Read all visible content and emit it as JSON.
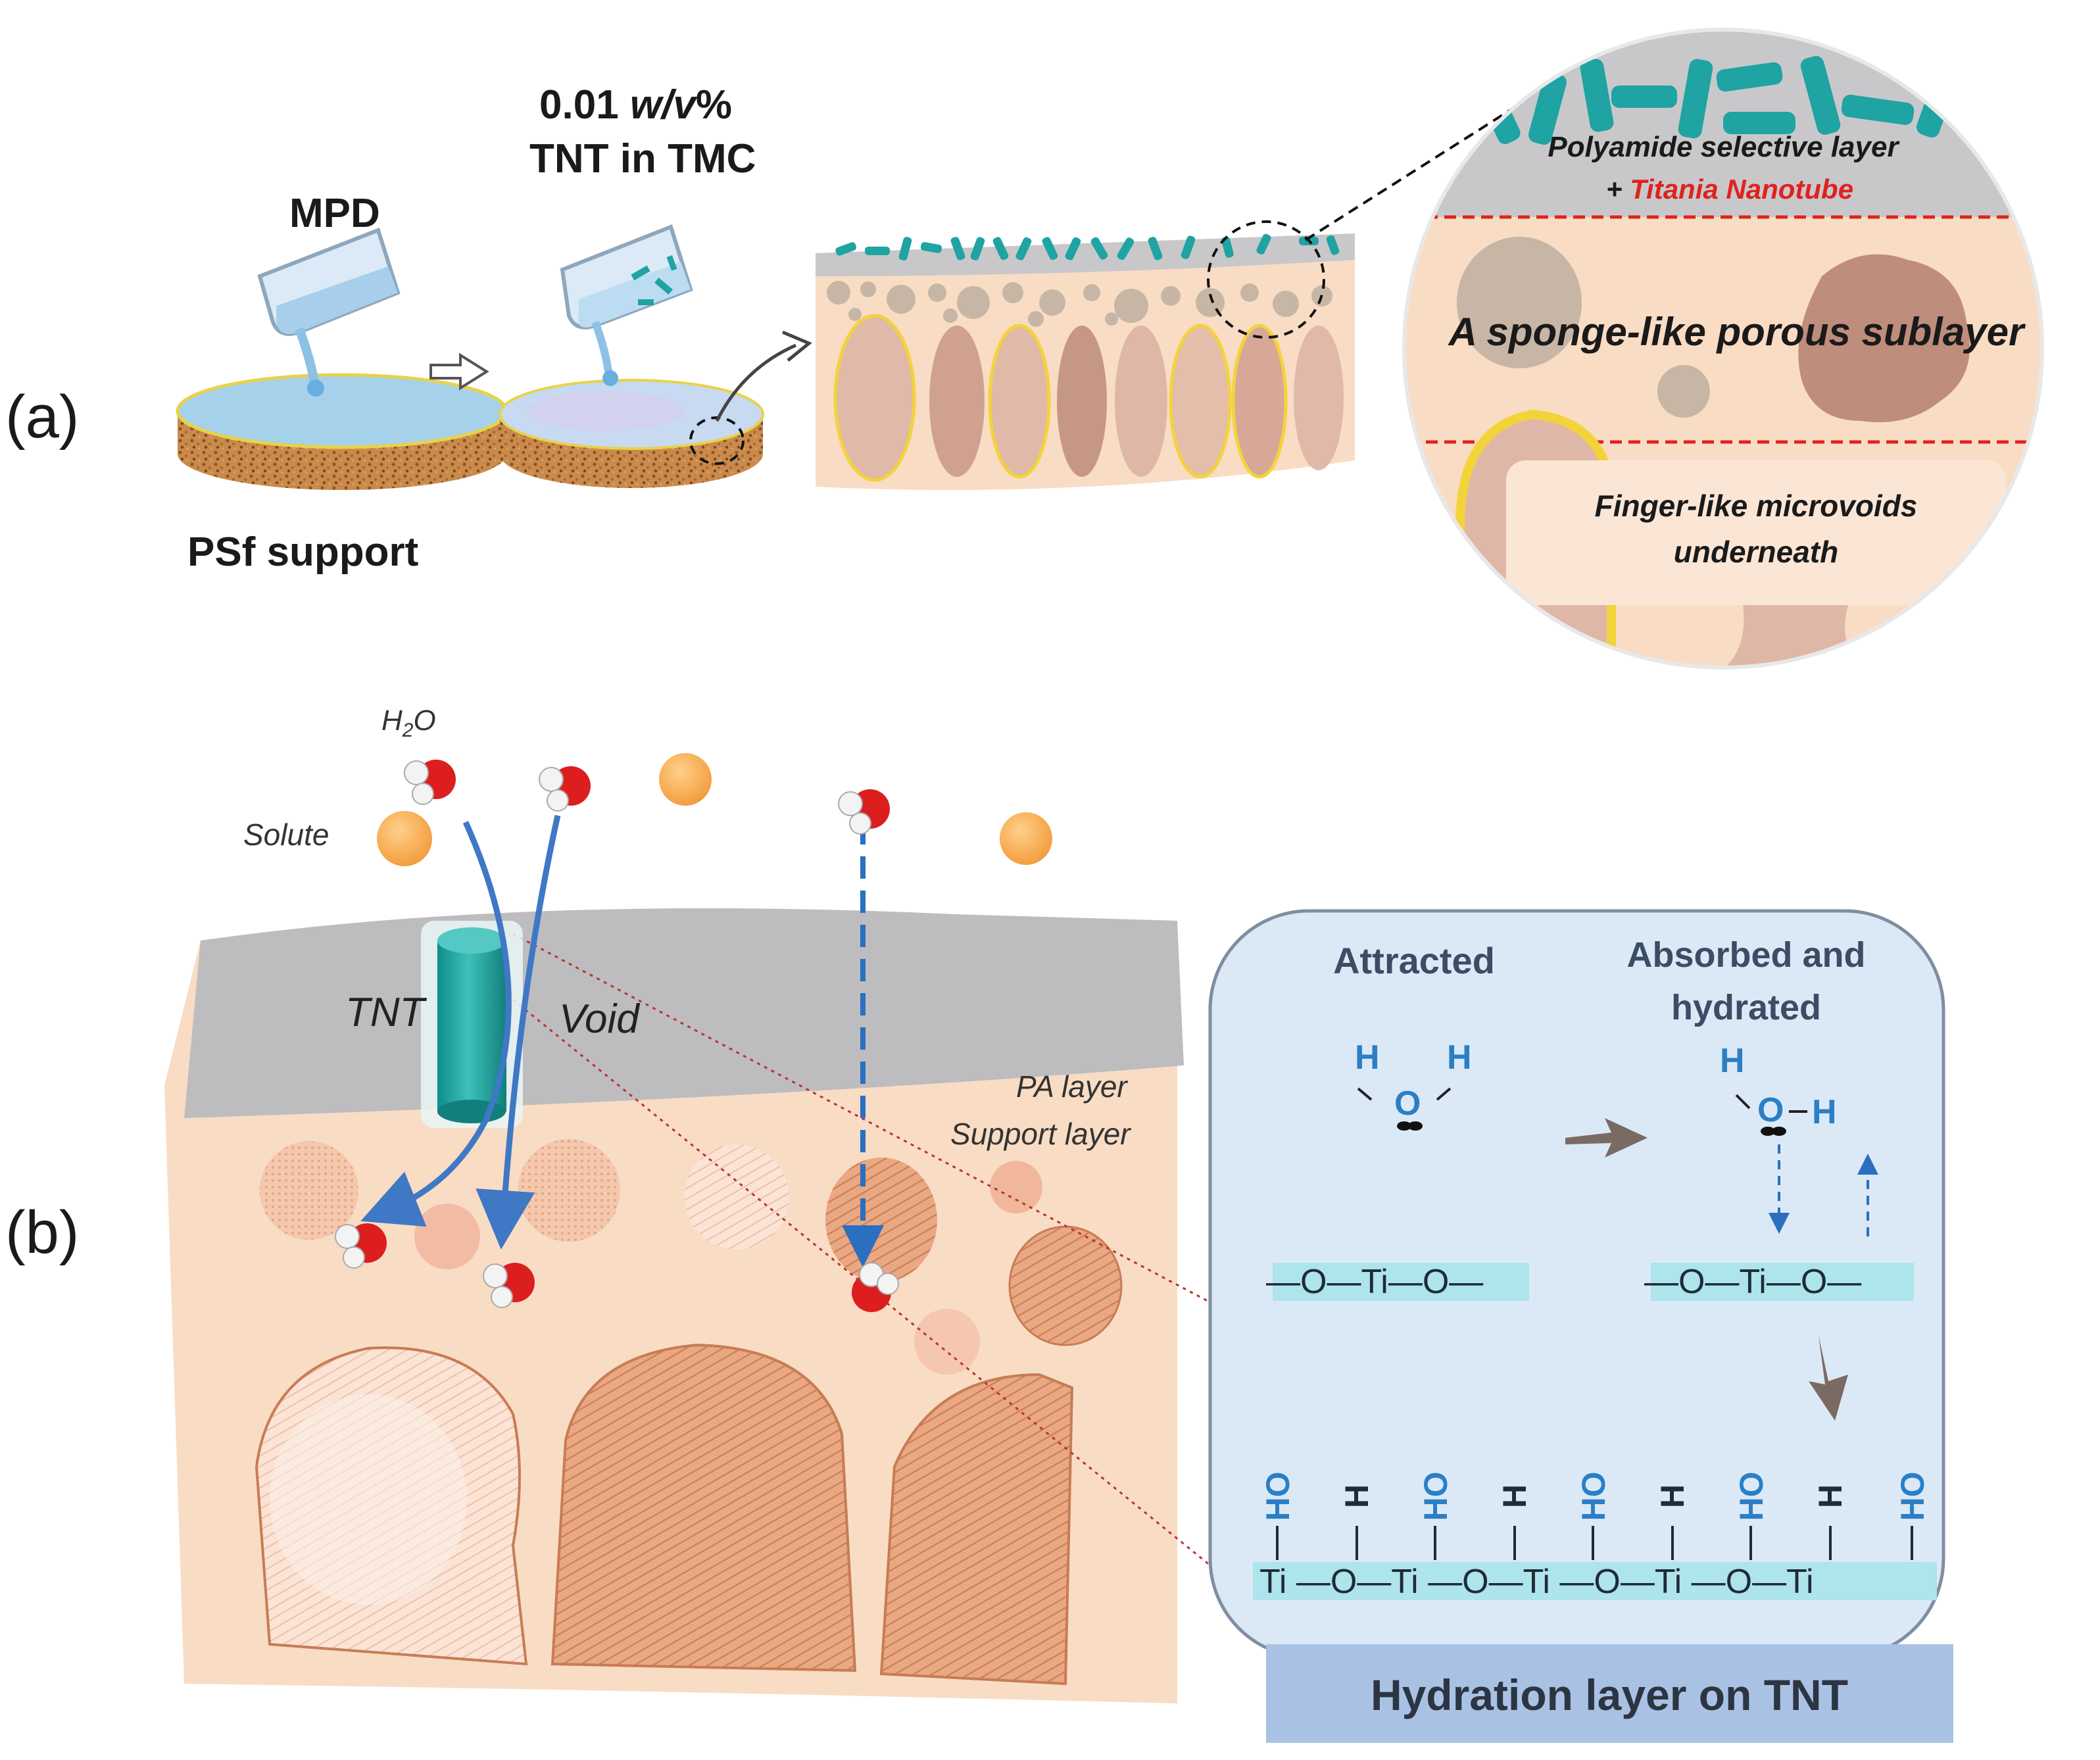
{
  "panel_a": {
    "label": "(a)",
    "mpd_label": "MPD",
    "tnt_conc_value": "0.01 ",
    "tnt_conc_unit": "w/v",
    "tnt_conc_pct": "%",
    "tnt_in_tmc": "TNT in TMC",
    "psf_support": "PSf support",
    "zoom": {
      "polyamide_layer": "Polyamide selective layer",
      "plus": "+ ",
      "titania_nanotube": "Titania Nanotube",
      "sponge_sublayer": "A sponge-like porous sublayer",
      "finger_line1": "Finger-like microvoids",
      "finger_line2": "underneath"
    }
  },
  "panel_b": {
    "label": "(b)",
    "h2o_label": "H",
    "h2o_sub": "2",
    "h2o_o": "O",
    "solute_label": "Solute",
    "tnt_label": "TNT",
    "void_label": "Void",
    "pa_layer": "PA layer",
    "support_layer": "Support layer",
    "inset": {
      "attracted": "Attracted",
      "absorbed_line1": "Absorbed and",
      "absorbed_line2": "hydrated",
      "chain_left": "—O—Ti—O—",
      "chain_right": "—O—Ti—O—",
      "bottom_chain": "Ti —O—Ti —O—Ti —O—Ti —O—Ti",
      "atom_h": "H",
      "atom_o": "O",
      "hydroxyl": "HO",
      "footer": "Hydration layer on TNT"
    }
  },
  "colors": {
    "teal": "#1fa3a3",
    "red_text": "#e0221f",
    "blue_text": "#2a7fc6",
    "arrow_blue": "#3f78c4",
    "inset_bg": "#dbe9f6",
    "footer_bg": "#a9c2e4",
    "support_peach": "#f9dcc4",
    "pa_gray": "#bdbdbf",
    "pore_brown": "#d99a74"
  }
}
